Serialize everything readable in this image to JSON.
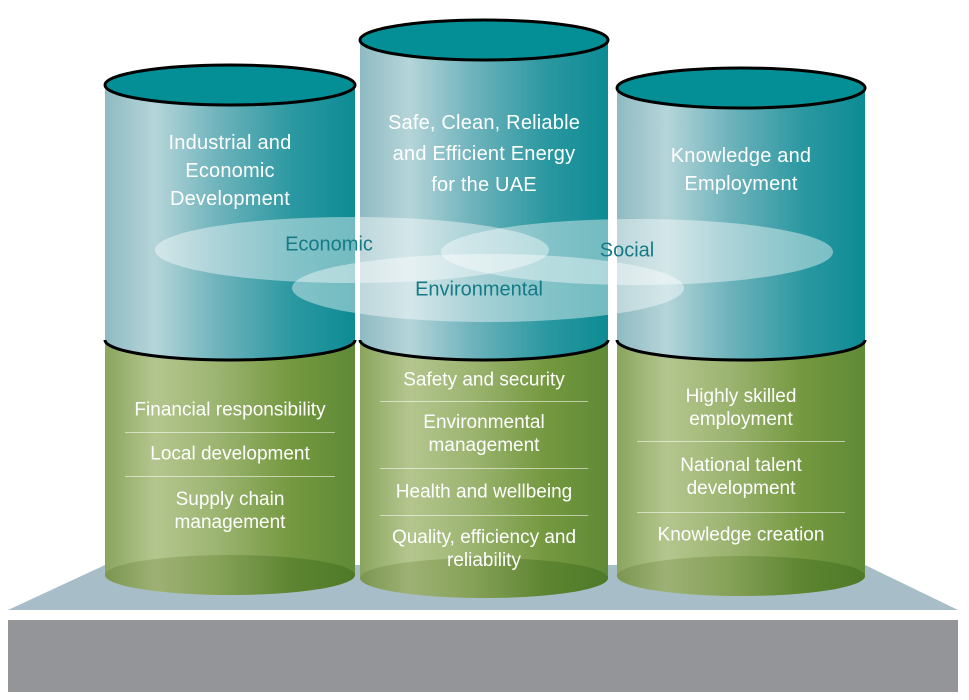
{
  "diagram_title": "Sustainability pillars diagram",
  "colors": {
    "background": "#ffffff",
    "cylinder_top": "#048e95",
    "cylinder_outline": "#000000",
    "teal_body_light": "#b5d5d9",
    "teal_body_dark": "#0d8b94",
    "green_body_light": "#b4c68e",
    "green_body_dark": "#5f8a36",
    "green_bottom_dark": "#4e7a28",
    "platform_top": "#a7bdc8",
    "platform_front": "#939598",
    "venn_fill": "rgba(255,255,255,0.42)",
    "venn_label_text": "#147b86",
    "pillar_text": "#ffffff",
    "divider": "rgba(255,255,255,0.55)"
  },
  "pillars": [
    {
      "id": "industrial-economic-development",
      "title": "Industrial and Economic Development",
      "title_lines": [
        "Industrial and",
        "Economic",
        "Development"
      ],
      "rows": [
        "Financial responsibility",
        "Local development",
        "Supply chain management"
      ]
    },
    {
      "id": "safe-clean-reliable-energy",
      "title": "Safe, Clean, Reliable and Efficient Energy for the UAE",
      "title_lines": [
        "Safe, Clean, Reliable",
        "and Efficient Energy",
        "for the UAE"
      ],
      "rows": [
        "Safety and security",
        "Environmental management",
        "Health and wellbeing",
        "Quality, efficiency and reliability"
      ]
    },
    {
      "id": "knowledge-employment",
      "title": "Knowledge and Employment",
      "title_lines": [
        "Knowledge and",
        "Employment"
      ],
      "rows": [
        "Highly skilled employment",
        "National talent development",
        "Knowledge creation"
      ]
    }
  ],
  "venn_labels": [
    "Economic",
    "Social",
    "Environmental"
  ]
}
